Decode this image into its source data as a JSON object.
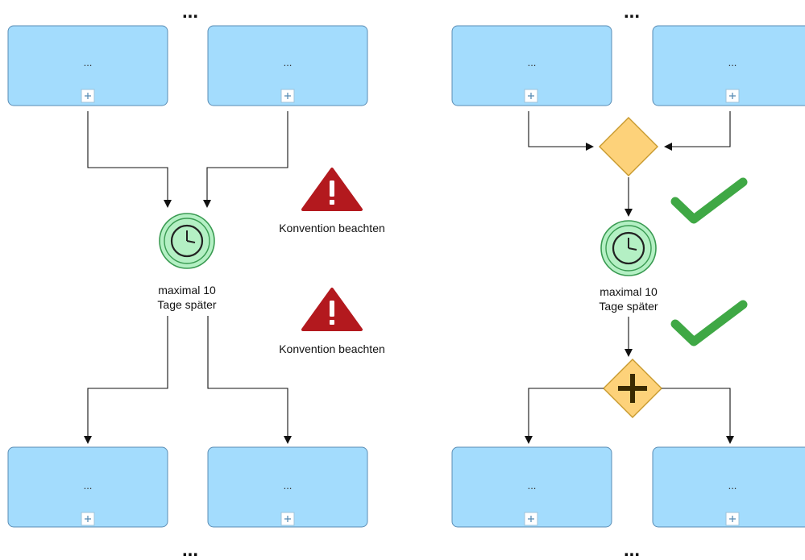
{
  "left": {
    "top_ellipsis": "...",
    "bottom_ellipsis": "...",
    "tasks_top": [
      {
        "label": "..."
      },
      {
        "label": "..."
      }
    ],
    "tasks_bottom": [
      {
        "label": "..."
      },
      {
        "label": "..."
      }
    ],
    "timer_event": {
      "icon": "timer-clock-icon",
      "label_line1": "maximal 10",
      "label_line2": "Tage später"
    },
    "warnings": [
      {
        "icon": "warning-triangle-icon",
        "text": "Konvention beachten"
      },
      {
        "icon": "warning-triangle-icon",
        "text": "Konvention beachten"
      }
    ]
  },
  "right": {
    "top_ellipsis": "...",
    "bottom_ellipsis": "...",
    "tasks_top": [
      {
        "label": "..."
      },
      {
        "label": "..."
      }
    ],
    "tasks_bottom": [
      {
        "label": "..."
      },
      {
        "label": "..."
      }
    ],
    "merge_gateway": {
      "icon": "exclusive-gateway-icon"
    },
    "split_gateway": {
      "icon": "parallel-gateway-plus-icon"
    },
    "timer_event": {
      "icon": "timer-clock-icon",
      "label_line1": "maximal 10",
      "label_line2": "Tage später"
    },
    "checks": [
      {
        "icon": "checkmark-icon"
      },
      {
        "icon": "checkmark-icon"
      }
    ]
  },
  "colors": {
    "task_fill": "#a3dcfd",
    "gateway_fill": "#fdd27a",
    "timer_fill": "#b4f0c4",
    "warning_red": "#b3191e",
    "check_green": "#3fa845"
  }
}
